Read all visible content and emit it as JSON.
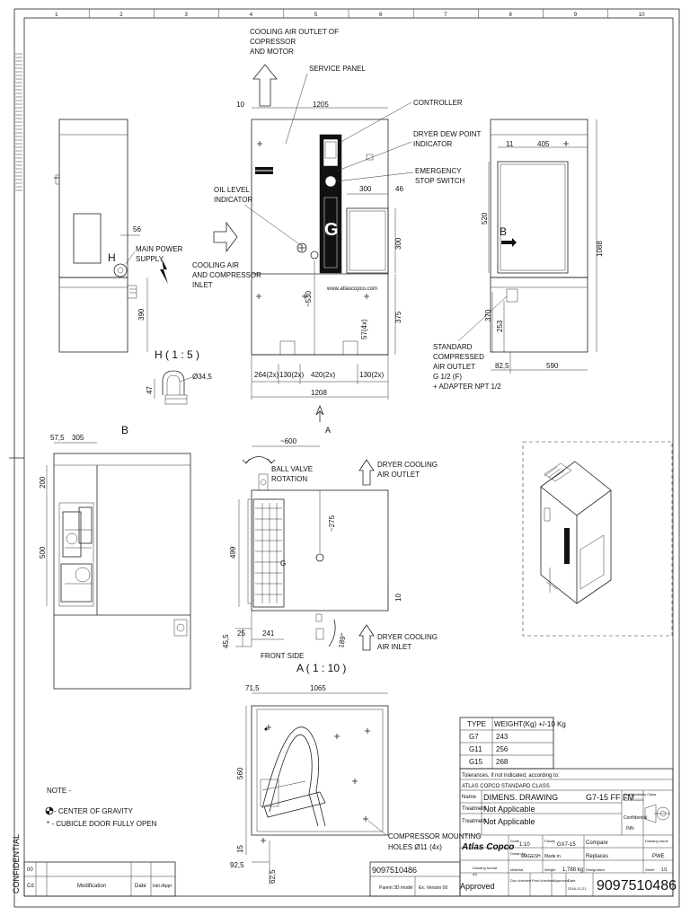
{
  "border": {
    "columns": [
      "1",
      "2",
      "3",
      "4",
      "5",
      "6",
      "7",
      "8",
      "9",
      "10"
    ],
    "confidential": "CONFIDENTIAL"
  },
  "front_view": {
    "top_outlet": [
      "COOLING AIR OUTLET OF",
      "COPRESSOR",
      "AND MOTOR"
    ],
    "service_panel": "SERVICE PANEL",
    "controller": "CONTROLLER",
    "dryer_dew_point": [
      "DRYER DEW POINT",
      "INDICATOR"
    ],
    "emergency_stop": [
      "EMERGENCY",
      "STOP SWITCH"
    ],
    "oil_level": [
      "OIL LEVEL",
      "INDICATOR"
    ],
    "cooling_inlet": [
      "COOLING AIR",
      "AND COMPRESSOR",
      "INLET"
    ],
    "main_power": [
      "MAIN POWER",
      "SUPPLY"
    ],
    "dims": {
      "d10": "10",
      "d1205": "1205",
      "d300": "300",
      "d46": "46",
      "d300v": "300",
      "d530": "~530",
      "d375": "375",
      "d57": "57(4x)",
      "d264": "264(2x)",
      "d130a": "130(2x)",
      "d420": "420(2x)",
      "d130b": "130(2x)",
      "d1208": "1208",
      "d56": "56",
      "d390": "390",
      "d47": "47",
      "d34": "Ø34,5"
    },
    "detail_h": "H ( 1 : 5 )",
    "h_marker": "H",
    "a_marker": "A",
    "g_letter": "G"
  },
  "side_view": {
    "d11": "11",
    "d405": "405",
    "d520": "520",
    "d1088": "1088",
    "d370": "370",
    "d253": "253",
    "d825": "82,5",
    "d590": "590",
    "b_marker": "B",
    "outlet": [
      "STANDARD",
      "COMPRESSED",
      "AIR OUTLET",
      "G 1/2 (F)",
      "+ ADAPTER NPT 1/2"
    ]
  },
  "view_b": {
    "label": "B",
    "d575": "57,5",
    "d305": "305",
    "d200": "200",
    "d500": "500"
  },
  "view_a": {
    "d600": "~600",
    "ball_valve": [
      "BALL VALVE",
      "ROTATION"
    ],
    "dryer_outlet": [
      "DRYER COOLING",
      "AIR OUTLET"
    ],
    "dryer_inlet": [
      "DRYER COOLING",
      "AIR INLET"
    ],
    "d275": "~275",
    "d499": "499",
    "d10": "10",
    "d455": "45,5",
    "d25": "25",
    "d241": "241",
    "d189": "189°",
    "g_letter": "G",
    "front_side": "FRONT SIDE",
    "scale": "A ( 1 : 10 )"
  },
  "bottom_view": {
    "d715": "71,5",
    "d1065": "1065",
    "d560": "560",
    "d15": "15",
    "d925": "92,5",
    "d625": "62,5",
    "mounting": [
      "COMPRESSOR MOUNTING",
      "HOLES Ø11 (4x)"
    ]
  },
  "note": {
    "title": "NOTE -",
    "line1": "- CENTER OF GRAVITY",
    "line2": "* - CUBICLE DOOR FULLY OPEN"
  },
  "weight_table": {
    "headers": [
      "TYPE",
      "WEIGHT(Kg) +/-10 Kg"
    ],
    "rows": [
      [
        "G7",
        "243"
      ],
      [
        "G11",
        "256"
      ],
      [
        "G15",
        "268"
      ]
    ]
  },
  "title_block": {
    "tolerances": "Tolerances, if not indicated, according to:",
    "standard": "ATLAS COPCO STANDARD CLASS",
    "name_label": "Name",
    "name_value": "DIMENS. DRAWING",
    "product": "G7-15 FF FM",
    "conf_small": "Confidentiality Class",
    "conf_small2": "ACI-A-11101",
    "conf_value": "Confidential",
    "inn": "INN",
    "treatment_label": "Treatment",
    "treatment_value": "Not Applicable",
    "treatment2_value": "Not Applicable",
    "company": "Atlas Copco",
    "scale_label": "Scale",
    "scale_value": "1:10",
    "family_label": "Family",
    "family_value": "GX7-15",
    "compare_label": "Compare",
    "drawn_label": "Drawn by",
    "drawn_value": "MAGESH",
    "made_label": "Made in",
    "replaces_label": "Replaces",
    "fmt_label": "Drawing format",
    "fmt_value": "A3",
    "material_label": "Material",
    "weight_label": "Weight",
    "weight_value": "1,788 kg",
    "designation_label": "Designation",
    "sheet_label": "Sheet",
    "sheet_value": "1/1",
    "drawing_no_label": "Drawing name",
    "drawing_no_small": "PWE",
    "doc_label": "Doc checked",
    "prod_label": "Prod checked",
    "approved_label": "Approved",
    "date_label": "Date",
    "date_value": "2016-12-21",
    "approved_status": "Approved",
    "drawing_number": "9097510486",
    "drawing_number_small": "9097510486",
    "parent_3d": "Parent 3D model",
    "ex_version": "Ex. Version 00",
    "modification": "Modification",
    "rev_label": "Cd",
    "rev_no": "00",
    "rev_date": "Date",
    "rev_by": "Initi./Appr."
  }
}
